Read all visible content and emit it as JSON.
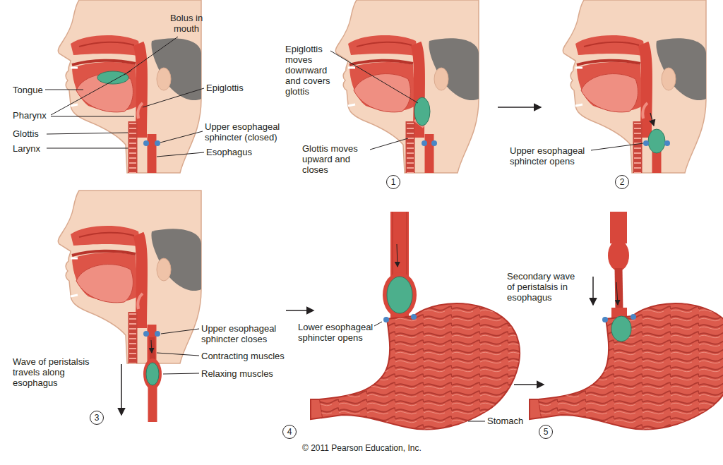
{
  "diagram": {
    "caption": "© 2011 Pearson Education, Inc.",
    "nodes": [
      {
        "text": [
          "1"
        ]
      },
      {
        "text": [
          "2"
        ]
      },
      {
        "text": [
          "3"
        ]
      },
      {
        "text": [
          "4"
        ]
      },
      {
        "text": [
          "5"
        ]
      }
    ],
    "labels": [
      "Bolus in mouth",
      "Tongue",
      "Epiglottis",
      "Pharynx",
      "Upper esophageal sphincter (closed)",
      "Glottis",
      "Larynx",
      "Esophagus",
      "Epiglottis moves downward and covers glottis",
      "Glottis moves upward and closes",
      "Upper esophageal sphincter opens",
      "Upper esophageal sphincter closes",
      "Contracting muscles",
      "Relaxing muscles",
      "Wave of peristalsis travels along esophagus",
      "Lower esophageal sphincter opens",
      "Stomach",
      "Secondary wave of peristalsis in esophagus"
    ]
  }
}
